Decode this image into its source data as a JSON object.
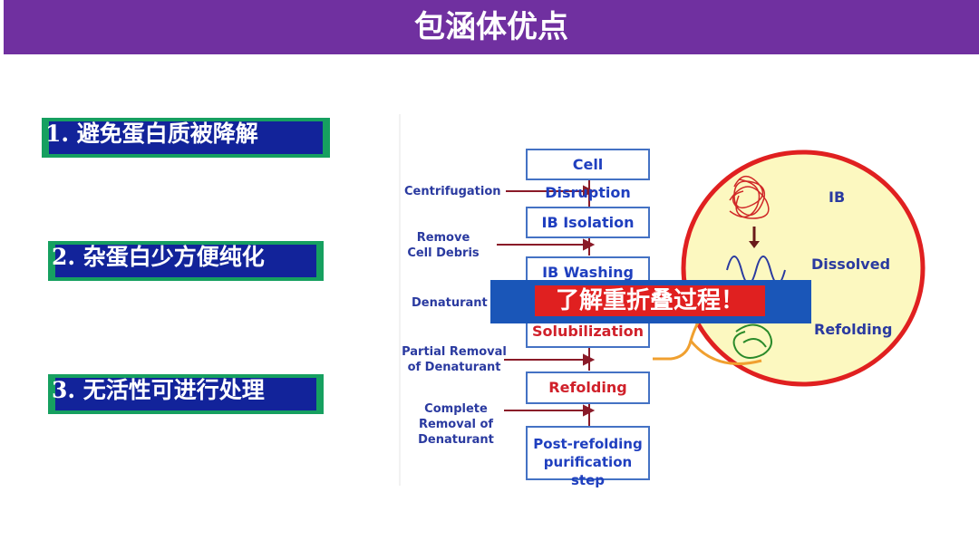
{
  "title": "包涵体优点",
  "points": [
    "1. 避免蛋白质被降解",
    "2. 杂蛋白少方便纯化",
    "3. 无活性可进行处理"
  ],
  "process": {
    "steps": [
      "Cell Disruption",
      "IB Isolation",
      "IB Washing",
      "Solubilization",
      "Refolding",
      "Post-refolding purification step"
    ],
    "side_labels": [
      "Centrifugation",
      "Remove Cell Debris",
      "Denaturant",
      "Partial Removal of Denaturant",
      "Complete Removal of Denaturant"
    ],
    "circle_labels": [
      "IB",
      "Dissolved",
      "Refolding"
    ]
  },
  "banner": "了解重折叠过程！",
  "colors": {
    "title_bar": "#7030a0",
    "point_fill": "#12239a",
    "point_border": "#16a060",
    "banner": "#1a56b8",
    "banner_label": "#e02020"
  }
}
